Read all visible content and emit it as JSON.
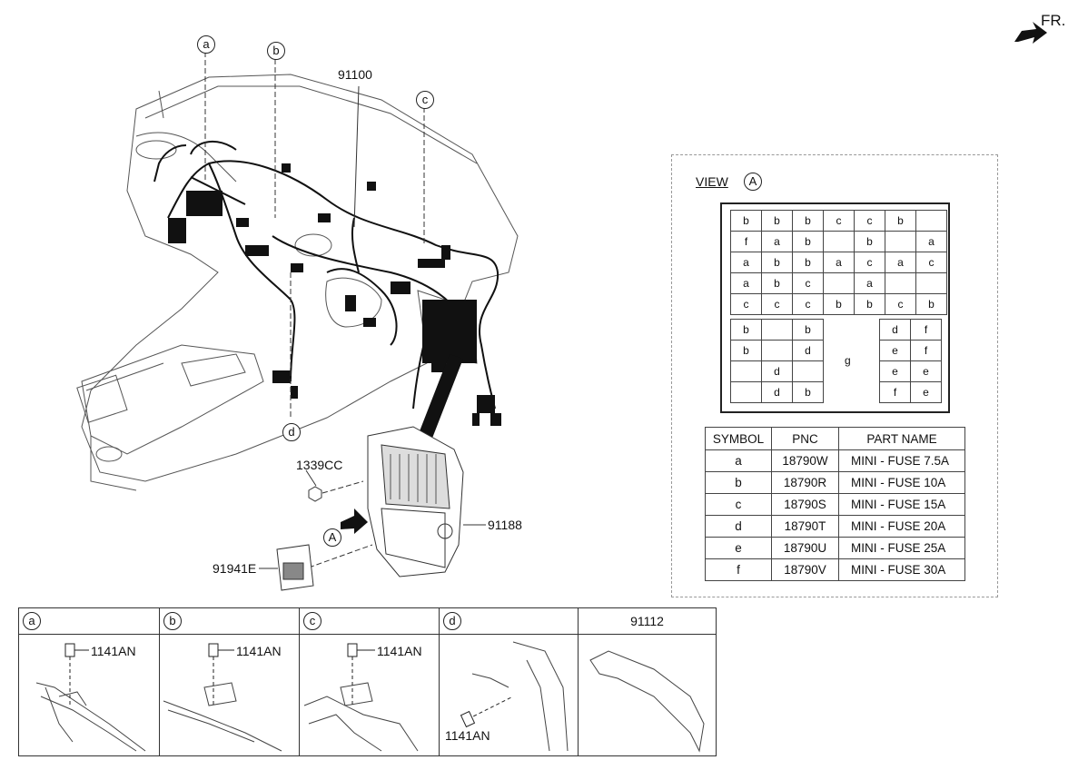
{
  "fr_label": "FR.",
  "callouts": {
    "a": "a",
    "b": "b",
    "c": "c",
    "d": "d",
    "wiring_harness": "91100",
    "nut": "1339CC",
    "junction_block": "91188",
    "relay": "91941E",
    "view_marker": "A"
  },
  "view": {
    "title": "VIEW",
    "marker": "A",
    "fuse_grid_top": [
      [
        "b",
        "b",
        "b",
        "c",
        "c",
        "b",
        ""
      ],
      [
        "f",
        "a",
        "b",
        "",
        "b",
        "",
        "a"
      ],
      [
        "a",
        "b",
        "b",
        "a",
        "c",
        "a",
        "c"
      ],
      [
        "a",
        "b",
        "c",
        "",
        "a",
        "",
        ""
      ],
      [
        "c",
        "c",
        "c",
        "b",
        "b",
        "c",
        "b"
      ]
    ],
    "fuse_grid_left": [
      [
        "b",
        "",
        "b"
      ],
      [
        "b",
        "",
        "d"
      ],
      [
        "",
        "d",
        ""
      ],
      [
        "",
        "d",
        "b"
      ]
    ],
    "fuse_grid_right": [
      [
        "d",
        "f"
      ],
      [
        "e",
        "f"
      ],
      [
        "e",
        "e"
      ],
      [
        "f",
        "e"
      ]
    ],
    "fuse_center": "g",
    "legend_headers": [
      "SYMBOL",
      "PNC",
      "PART NAME"
    ],
    "legend_rows": [
      [
        "a",
        "18790W",
        "MINI - FUSE 7.5A"
      ],
      [
        "b",
        "18790R",
        "MINI - FUSE 10A"
      ],
      [
        "c",
        "18790S",
        "MINI - FUSE 15A"
      ],
      [
        "d",
        "18790T",
        "MINI - FUSE 20A"
      ],
      [
        "e",
        "18790U",
        "MINI - FUSE 25A"
      ],
      [
        "f",
        "18790V",
        "MINI - FUSE 30A"
      ]
    ]
  },
  "bottom_panels": [
    {
      "header": "a",
      "part": "1141AN"
    },
    {
      "header": "b",
      "part": "1141AN"
    },
    {
      "header": "c",
      "part": "1141AN"
    },
    {
      "header": "d",
      "part": "1141AN"
    },
    {
      "header": "91112",
      "part": ""
    }
  ]
}
